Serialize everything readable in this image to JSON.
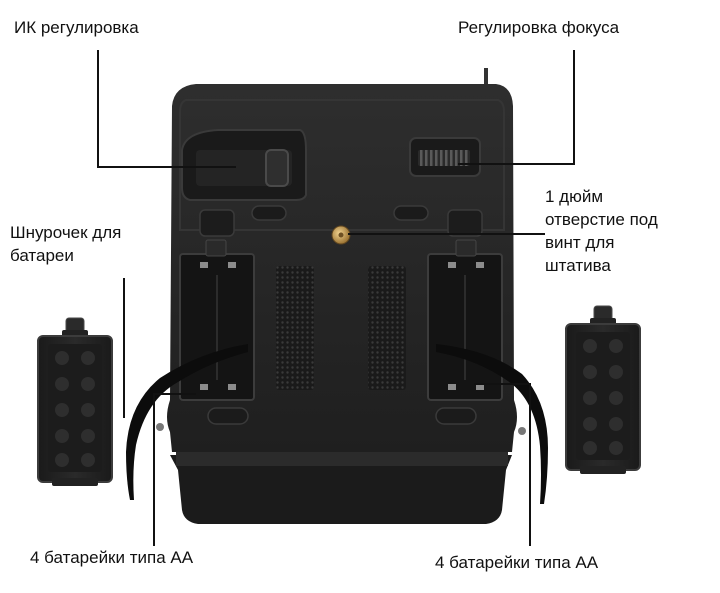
{
  "labels": {
    "ir_adjust": "ИК регулировка",
    "focus_adjust": "Регулировка фокуса",
    "tripod_hole": [
      "1 дюйм",
      "отверстие под",
      "винт для",
      "штатива"
    ],
    "battery_strap": [
      "Шнурочек для",
      "батареи"
    ],
    "batteries_left": "4 батарейки типа AA",
    "batteries_right": "4 батарейки типа AA"
  },
  "colors": {
    "body": "#262626",
    "body_dark": "#161616",
    "panel": "#1d1d1d",
    "accent_screw": "#c9a25a",
    "leader": "#111111"
  }
}
